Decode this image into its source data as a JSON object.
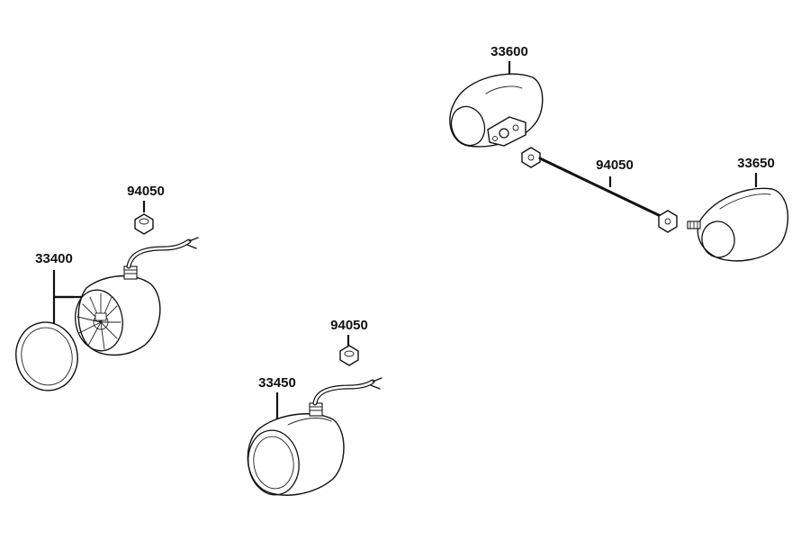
{
  "labels": {
    "top_right_light": "33600",
    "nut_long_bolt": "94050",
    "right_light": "33650",
    "nut_left": "94050",
    "left_light": "33400",
    "nut_center": "94050",
    "center_light": "33450"
  },
  "colors": {
    "line": "#111111",
    "background": "#ffffff"
  }
}
